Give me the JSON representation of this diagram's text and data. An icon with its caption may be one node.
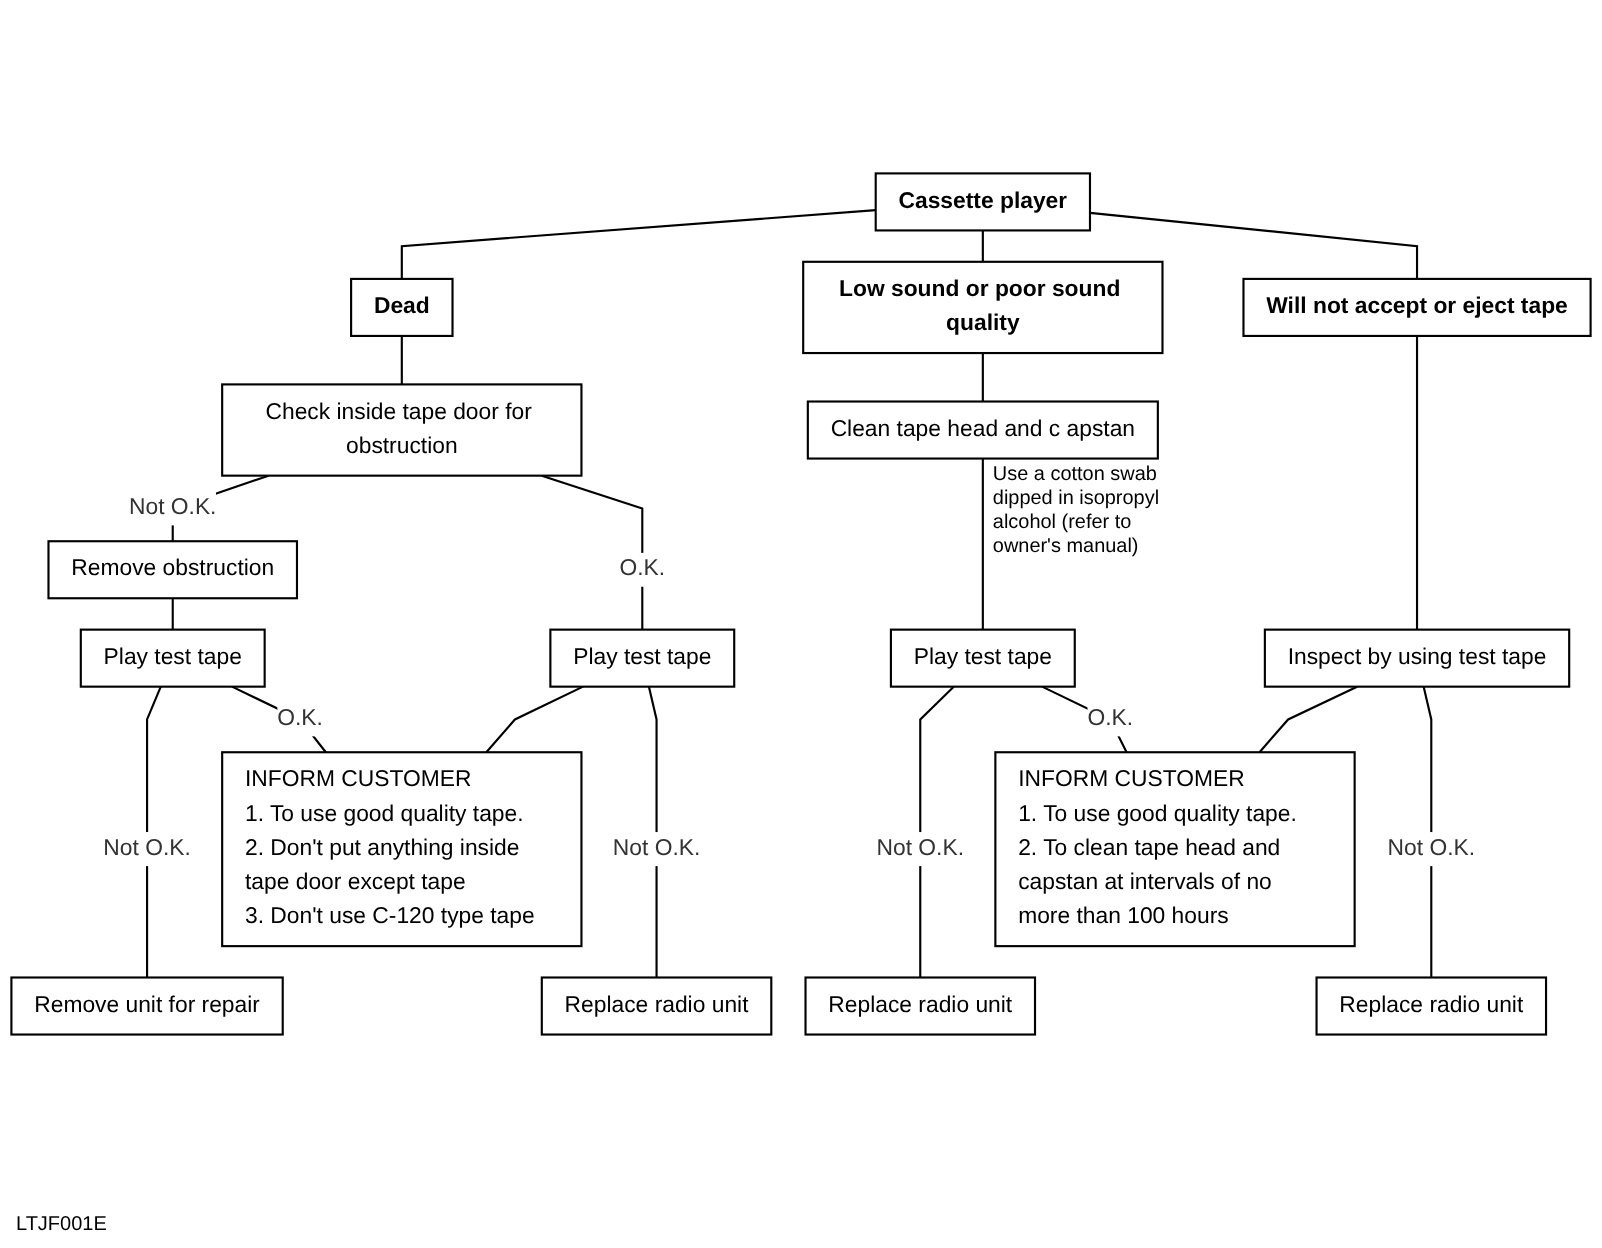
{
  "diagram": {
    "nodes": [
      {
        "text": [
          "Cassette player"
        ]
      },
      {
        "text": [
          "Dead"
        ]
      },
      {
        "text": [
          "Low sound or poor sound quality"
        ]
      },
      {
        "text": [
          "Will not accept or eject tape"
        ]
      },
      {
        "text": [
          "Check inside tape door for obstruction"
        ]
      },
      {
        "text": [
          "Clean tape head and c apstan"
        ],
        "beside": [
          "Use a cotton swab dipped in isopropyl alcohol (refer to owner's manual)"
        ]
      },
      {
        "text": [
          "Remove obstruction"
        ]
      },
      {
        "text": [
          "Play test tape"
        ]
      },
      {
        "text": [
          "Play test tape"
        ]
      },
      {
        "text": [
          "Play test tape"
        ]
      },
      {
        "text": [
          "Inspect by using test tape"
        ]
      },
      {
        "text": [
          "INFORM CUSTOMER",
          "1. To use good quality tape.",
          "2. Don't put anything inside tape door except tape",
          "3. Don't use C-120 type tape"
        ]
      },
      {
        "text": [
          "INFORM CUSTOMER",
          "1. To use good quality tape.",
          "2. To clean tape head and capstan at intervals of no more than 100 hours"
        ]
      },
      {
        "text": [
          "Remove unit for repair"
        ]
      },
      {
        "text": [
          "Replace radio unit"
        ]
      },
      {
        "text": [
          "Replace radio unit"
        ]
      },
      {
        "text": [
          "Replace radio unit"
        ]
      }
    ],
    "edges": [
      {
        "from": 0,
        "to": 1,
        "arrow": "none"
      },
      {
        "from": 0,
        "to": 2,
        "arrow": "none"
      },
      {
        "from": 0,
        "to": 3,
        "arrow": "none"
      },
      {
        "from": 1,
        "to": 4,
        "arrow": "none"
      },
      {
        "from": 4,
        "to": 6,
        "arrow": "none",
        "label": "Not O.K."
      },
      {
        "from": 4,
        "to": 8,
        "arrow": "none",
        "label": "O.K."
      },
      {
        "from": 6,
        "to": 7,
        "arrow": "none"
      },
      {
        "from": 7,
        "to": 13,
        "arrow": "none",
        "label": "Not O.K."
      },
      {
        "from": 7,
        "to": 11,
        "arrow": "none",
        "label": "O.K."
      },
      {
        "from": 8,
        "to": 11,
        "arrow": "none"
      },
      {
        "from": 8,
        "to": 14,
        "arrow": "none",
        "label": "Not O.K."
      },
      {
        "from": 2,
        "to": 5,
        "arrow": "none"
      },
      {
        "from": 5,
        "to": 9,
        "arrow": "none"
      },
      {
        "from": 3,
        "to": 10,
        "arrow": "none"
      },
      {
        "from": 9,
        "to": 15,
        "arrow": "none",
        "label": "Not O.K."
      },
      {
        "from": 9,
        "to": 12,
        "arrow": "none",
        "label": "O.K."
      },
      {
        "from": 10,
        "to": 12,
        "arrow": "none"
      },
      {
        "from": 10,
        "to": 16,
        "arrow": "none",
        "label": "Not O.K."
      }
    ],
    "labels": [
      "LTJF001E"
    ]
  }
}
